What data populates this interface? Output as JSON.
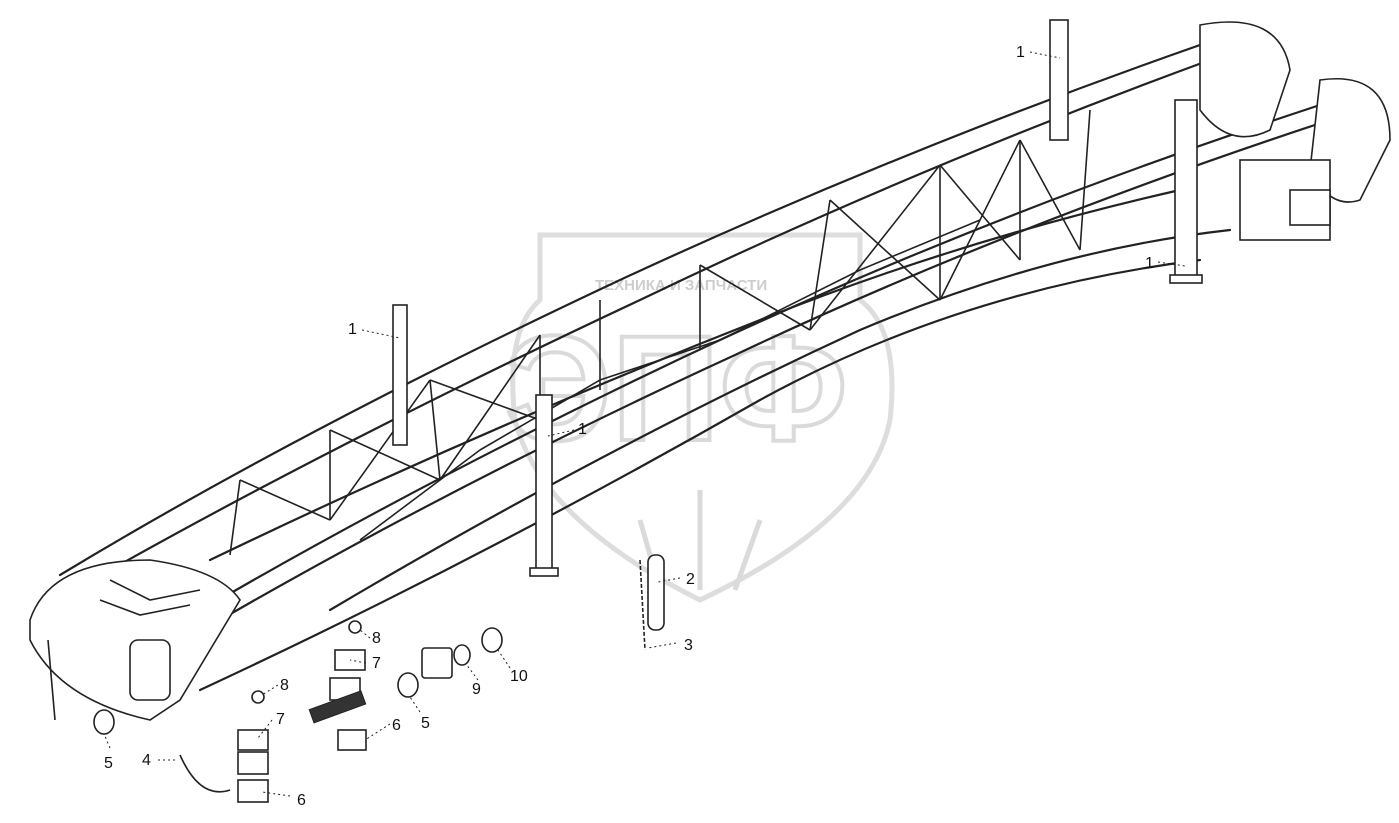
{
  "watermark": {
    "caption": "ТЕХНИКА И ЗАПЧАСТИ",
    "letters": "ЭПФ"
  },
  "callouts": [
    {
      "label": "1"
    },
    {
      "label": "1"
    },
    {
      "label": "1"
    },
    {
      "label": "1"
    },
    {
      "label": "2"
    },
    {
      "label": "3"
    },
    {
      "label": "4"
    },
    {
      "label": "5"
    },
    {
      "label": "5"
    },
    {
      "label": "6"
    },
    {
      "label": "6"
    },
    {
      "label": "7"
    },
    {
      "label": "7"
    },
    {
      "label": "8"
    },
    {
      "label": "8"
    },
    {
      "label": "9"
    },
    {
      "label": "10"
    }
  ]
}
